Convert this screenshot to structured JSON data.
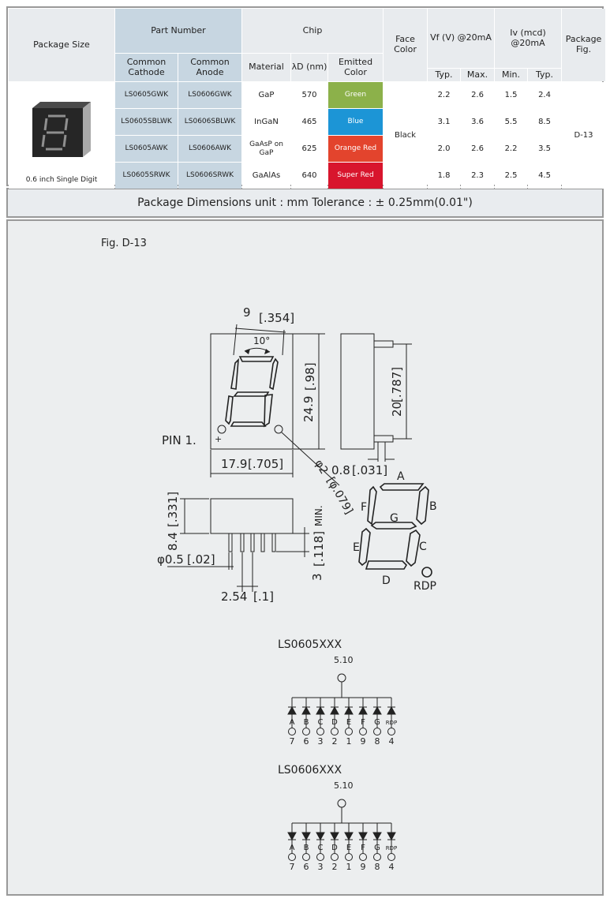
{
  "table": {
    "headers": {
      "package_size": "Package Size",
      "part_number": "Part Number",
      "common_cathode": "Common Cathode",
      "common_anode": "Common Anode",
      "chip": "Chip",
      "material": "Material",
      "lambda_d": "λD (nm)",
      "emitted_color": "Emitted Color",
      "face_color": "Face Color",
      "vf": "Vf (V) @20mA",
      "iv": "Iv (mcd) @20mA",
      "package_fig": "Package Fig.",
      "vf_typ": "Typ.",
      "vf_max": "Max.",
      "iv_min": "Min.",
      "iv_typ": "Typ."
    },
    "package_caption": "0.6 inch Single Digit",
    "face_color": "Black",
    "package_fig": "D-13",
    "rows": [
      {
        "cathode": "LS0605GWK",
        "anode": "LS0606GWK",
        "material": "GaP",
        "lambda": "570",
        "color": "Green",
        "color_hex": "#8cb14a",
        "vf_typ": "2.2",
        "vf_max": "2.6",
        "iv_min": "1.5",
        "iv_typ": "2.4"
      },
      {
        "cathode": "LS0605SBLWK",
        "anode": "LS0606SBLWK",
        "material": "InGaN",
        "lambda": "465",
        "color": "Blue",
        "color_hex": "#1c95d6",
        "vf_typ": "3.1",
        "vf_max": "3.6",
        "iv_min": "5.5",
        "iv_typ": "8.5"
      },
      {
        "cathode": "LS0605AWK",
        "anode": "LS0606AWK",
        "material": "GaAsP on GaP",
        "lambda": "625",
        "color": "Orange Red",
        "color_hex": "#e3442d",
        "vf_typ": "2.0",
        "vf_max": "2.6",
        "iv_min": "2.2",
        "iv_typ": "3.5"
      },
      {
        "cathode": "LS0605SRWK",
        "anode": "LS0606SRWK",
        "material": "GaAlAs",
        "lambda": "640",
        "color": "Super Red",
        "color_hex": "#d8152d",
        "vf_typ": "1.8",
        "vf_max": "2.3",
        "iv_min": "2.5",
        "iv_typ": "4.5"
      }
    ]
  },
  "dimensions": {
    "title": "Package Dimensions   unit : mm  Tolerance : ± 0.25mm(0.01\")"
  },
  "figure": {
    "label": "Fig. D-13",
    "pin_label": "PIN 1.",
    "plus_sign": "+",
    "dims": {
      "width_top": "9",
      "width_top_in": "[.354]",
      "angle": "10°",
      "height": "24.9",
      "height_in": "[.98]",
      "width_bottom": "17.9",
      "width_bottom_in": "[.705]",
      "dot_dia": "φ2",
      "dot_dia_in": "[φ.079]",
      "side_height": "20",
      "side_height_in": "[.787]",
      "pin_thick": "0.8",
      "pin_thick_in": "[.031]",
      "body_height": "8.4",
      "body_height_in": "[.331]",
      "pin_dia": "φ0.5",
      "pin_dia_in": "[.02]",
      "pitch": "2.54",
      "pitch_in": "[.1]",
      "pin_len": "3",
      "pin_len_in": "[.118]",
      "min": "MIN."
    },
    "segments": {
      "a": "A",
      "b": "B",
      "c": "C",
      "d": "D",
      "e": "E",
      "f": "F",
      "g": "G",
      "rdp": "RDP"
    }
  },
  "circuits": [
    {
      "title": "LS0605XXX",
      "common_pins": "5.10",
      "segments": [
        "A",
        "B",
        "C",
        "D",
        "E",
        "F",
        "G",
        "RDP"
      ],
      "pins": [
        "7",
        "6",
        "3",
        "2",
        "1",
        "9",
        "8",
        "4"
      ]
    },
    {
      "title": "LS0606XXX",
      "common_pins": "5.10",
      "segments": [
        "A",
        "B",
        "C",
        "D",
        "E",
        "F",
        "G",
        "RDP"
      ],
      "pins": [
        "7",
        "6",
        "3",
        "2",
        "1",
        "9",
        "8",
        "4"
      ]
    }
  ]
}
